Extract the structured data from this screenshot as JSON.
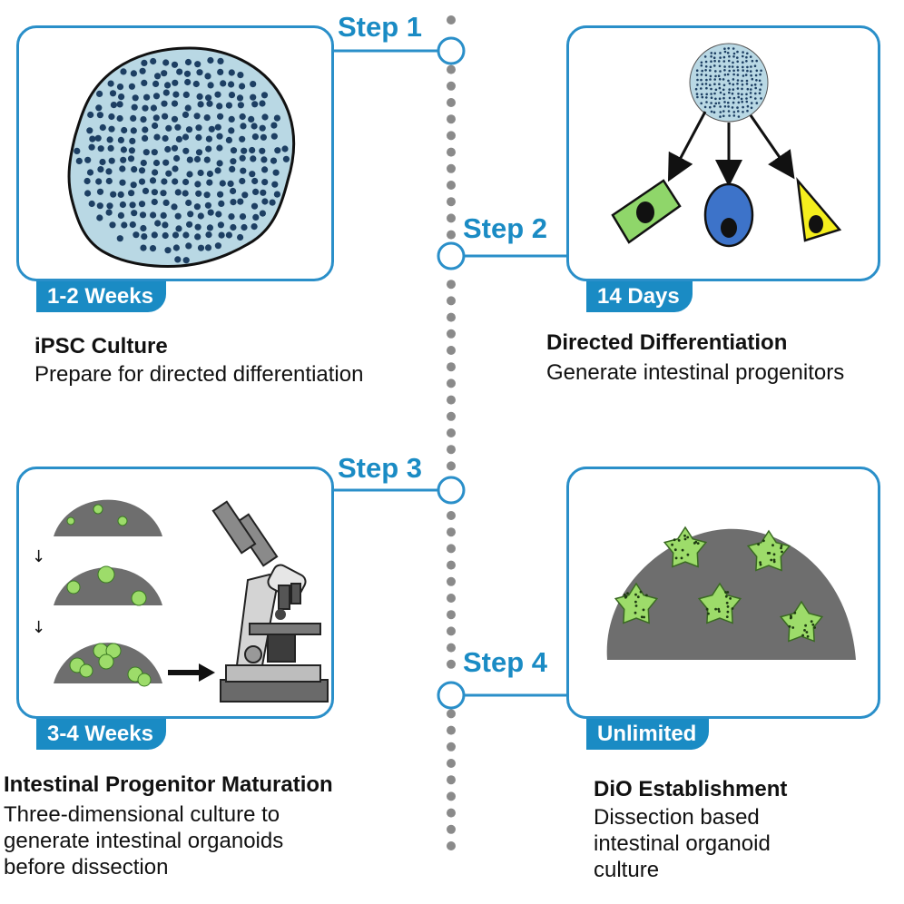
{
  "steps": [
    {
      "label": "Step 1",
      "duration": "1-2 Weeks",
      "title": "iPSC Culture",
      "desc_lines": [
        "Prepare for directed differentiation"
      ]
    },
    {
      "label": "Step 2",
      "duration": "14 Days",
      "title": "Directed Differentiation",
      "desc_lines": [
        "Generate intestinal progenitors"
      ]
    },
    {
      "label": "Step 3",
      "duration": "3-4 Weeks",
      "title": "Intestinal Progenitor Maturation",
      "desc_lines": [
        "Three-dimensional culture to",
        "generate intestinal organoids",
        "before dissection"
      ]
    },
    {
      "label": "Step 4",
      "duration": "Unlimited",
      "title": "DiO Establishment",
      "desc_lines": [
        "Dissection based",
        "intestinal organoid",
        "culture"
      ]
    }
  ],
  "colors": {
    "accent": "#1a8bc4",
    "timeline_dot": "#8a8a8a",
    "colony_fill": "#b9d8e4",
    "cell_dot": "#1d3f63",
    "matrigel": "#6e6e6e",
    "organoid": "#9ddc6a",
    "green_cell": "#8fd66a",
    "blue_cell": "#3d73c9",
    "yellow_cell": "#f4ee1d"
  },
  "icons": [
    "ipsc-colony-icon",
    "differentiation-tree-icon",
    "matrigel-dome-icon",
    "microscope-icon",
    "organoid-icon",
    "arrow-icon"
  ]
}
